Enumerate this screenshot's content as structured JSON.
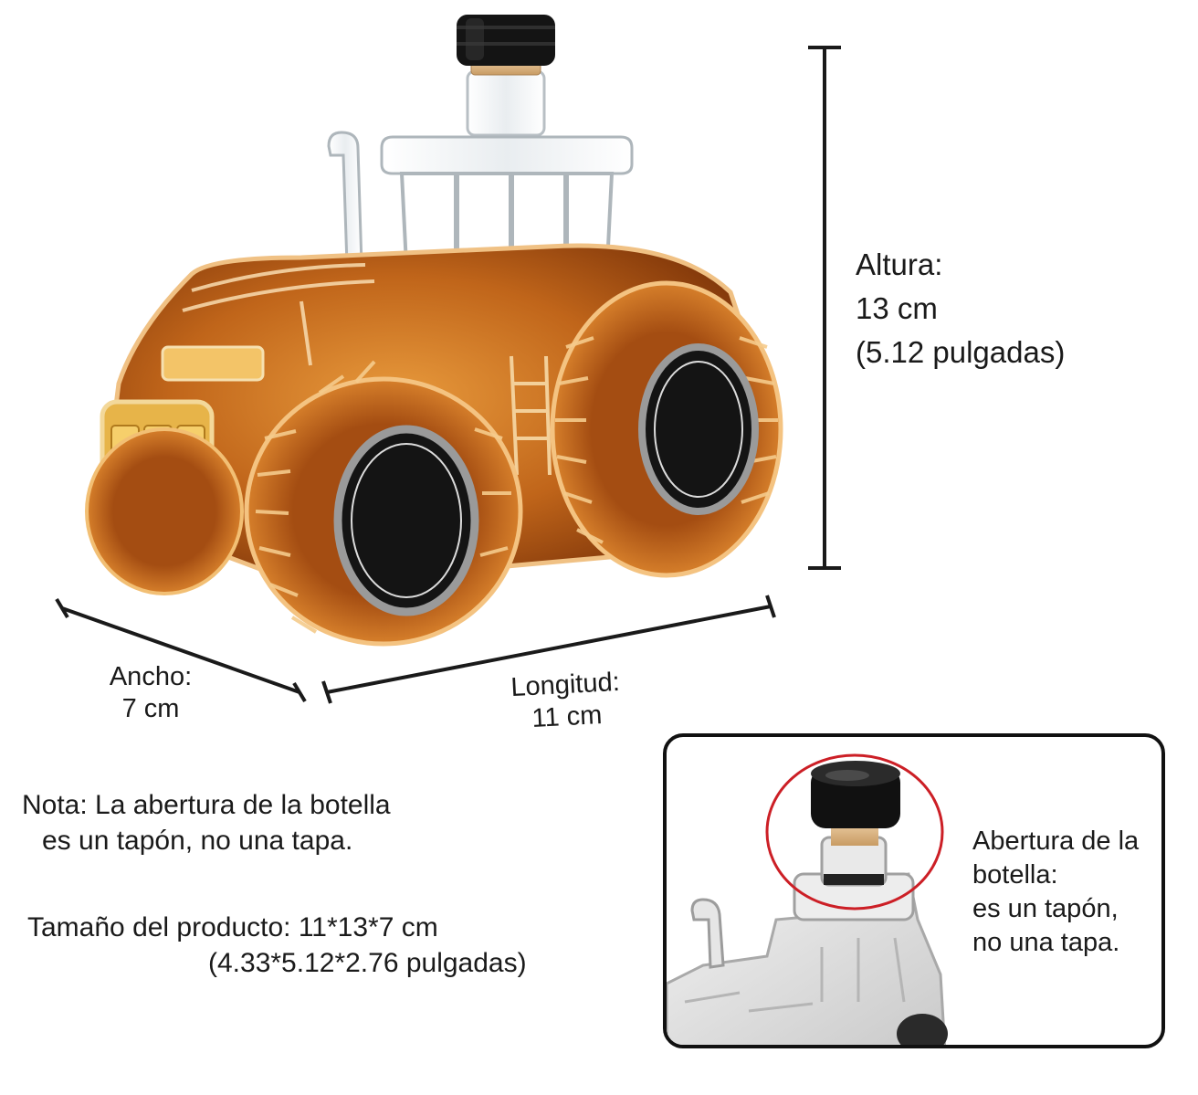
{
  "height": {
    "label": "Altura:",
    "cm": "13 cm",
    "inches": "(5.12 pulgadas)"
  },
  "width": {
    "label": "Ancho:",
    "cm": "7 cm"
  },
  "length": {
    "label": "Longitud:",
    "cm": "11 cm"
  },
  "note": {
    "line1": "Nota:  La abertura de la botella",
    "line2": "es un tapón, no una tapa."
  },
  "size": {
    "line1": "Tamaño del producto:  11*13*7 cm",
    "line2": "(4.33*5.12*2.76 pulgadas)"
  },
  "inset": {
    "line1": "Abertura de la",
    "line2": "botella:",
    "line3": "es un tapón,",
    "line4": "no una tapa."
  },
  "colors": {
    "liquid": "#c0651a",
    "liquid_dark": "#7a3208",
    "cap": "#111111",
    "circle": "#cc1f26"
  }
}
